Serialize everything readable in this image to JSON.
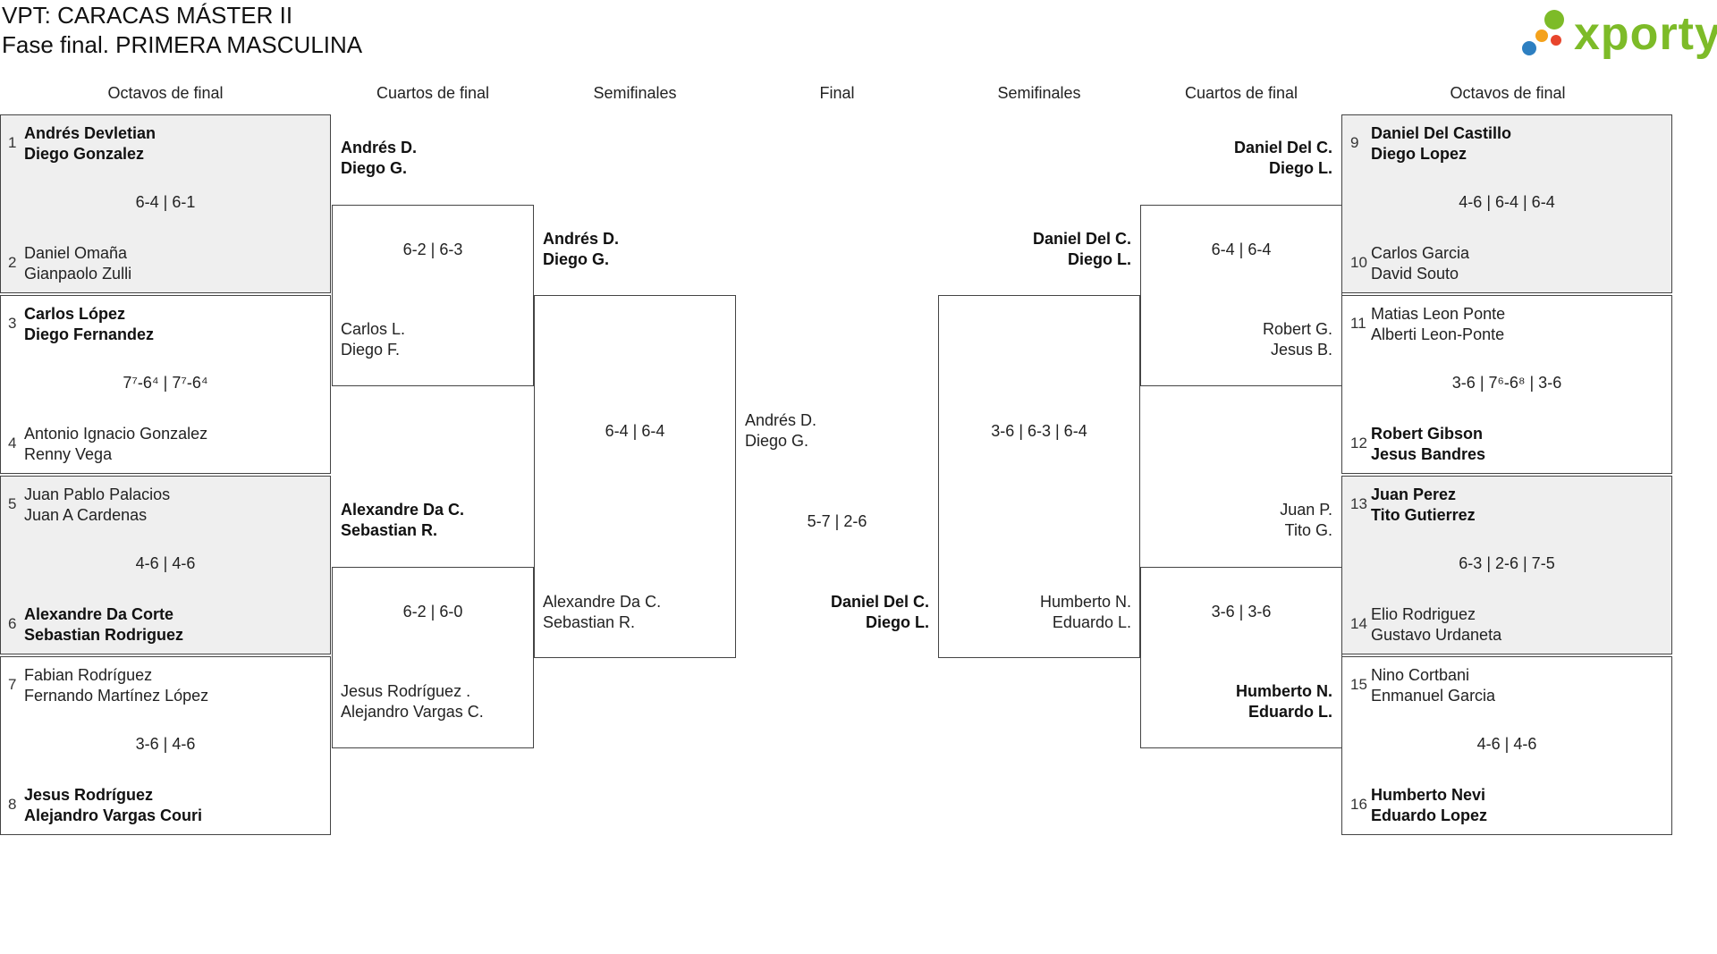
{
  "header": {
    "title_line1": "VPT: CARACAS MÁSTER II",
    "title_line2": "Fase final. PRIMERA MASCULINA",
    "logo_text": "xporty",
    "logo_colors": [
      "#7dbb28",
      "#f4a21c",
      "#e8452c",
      "#2d7fc1"
    ]
  },
  "column_headers": {
    "left_r16": "Octavos de final",
    "left_qf": "Cuartos de final",
    "left_sf": "Semifinales",
    "final": "Final",
    "right_sf": "Semifinales",
    "right_qf": "Cuartos de final",
    "right_r16": "Octavos de final"
  },
  "left_r16": [
    {
      "shaded": true,
      "top": {
        "seed": "1",
        "players": [
          "Andrés Devletian",
          "Diego Gonzalez"
        ],
        "winner": true
      },
      "score": "6-4 | 6-1",
      "bottom": {
        "seed": "2",
        "players": [
          "Daniel Omaña",
          "Gianpaolo Zulli"
        ],
        "winner": false
      }
    },
    {
      "shaded": false,
      "top": {
        "seed": "3",
        "players": [
          "Carlos López",
          "Diego Fernandez"
        ],
        "winner": true
      },
      "score": "7⁷-6⁴ | 7⁷-6⁴",
      "bottom": {
        "seed": "4",
        "players": [
          "Antonio Ignacio Gonzalez",
          "Renny Vega"
        ],
        "winner": false
      }
    },
    {
      "shaded": true,
      "top": {
        "seed": "5",
        "players": [
          "Juan Pablo Palacios",
          "Juan A Cardenas"
        ],
        "winner": false
      },
      "score": "4-6 | 4-6",
      "bottom": {
        "seed": "6",
        "players": [
          "Alexandre Da Corte",
          "Sebastian Rodriguez"
        ],
        "winner": true
      }
    },
    {
      "shaded": false,
      "top": {
        "seed": "7",
        "players": [
          "Fabian Rodríguez",
          "Fernando Martínez López"
        ],
        "winner": false
      },
      "score": "3-6 | 4-6",
      "bottom": {
        "seed": "8",
        "players": [
          "Jesus Rodríguez",
          "Alejandro Vargas Couri"
        ],
        "winner": true
      }
    }
  ],
  "right_r16": [
    {
      "shaded": true,
      "top": {
        "seed": "9",
        "players": [
          "Daniel Del Castillo",
          "Diego Lopez"
        ],
        "winner": true
      },
      "score": "4-6 | 6-4 | 6-4",
      "bottom": {
        "seed": "10",
        "players": [
          "Carlos Garcia",
          "David Souto"
        ],
        "winner": false
      }
    },
    {
      "shaded": false,
      "top": {
        "seed": "11",
        "players": [
          "Matias Leon Ponte",
          "Alberti Leon-Ponte"
        ],
        "winner": false
      },
      "score": "3-6 | 7⁶-6⁸ | 3-6",
      "bottom": {
        "seed": "12",
        "players": [
          "Robert Gibson",
          "Jesus Bandres"
        ],
        "winner": true
      }
    },
    {
      "shaded": true,
      "top": {
        "seed": "13",
        "players": [
          "Juan Perez",
          "Tito Gutierrez"
        ],
        "winner": true
      },
      "score": "6-3 | 2-6 | 7-5",
      "bottom": {
        "seed": "14",
        "players": [
          "Elio Rodriguez",
          "Gustavo Urdaneta"
        ],
        "winner": false
      }
    },
    {
      "shaded": false,
      "top": {
        "seed": "15",
        "players": [
          "Nino Cortbani",
          "Enmanuel Garcia"
        ],
        "winner": false
      },
      "score": "4-6 | 4-6",
      "bottom": {
        "seed": "16",
        "players": [
          "Humberto Nevi",
          "Eduardo Lopez"
        ],
        "winner": true
      }
    }
  ],
  "left_qf": [
    {
      "top": {
        "players": [
          "Andrés D.",
          "Diego G."
        ],
        "winner": true
      },
      "score": "6-2 | 6-3",
      "bottom": {
        "players": [
          "Carlos L.",
          "Diego F."
        ],
        "winner": false
      }
    },
    {
      "top": {
        "players": [
          "Alexandre Da C.",
          "Sebastian R."
        ],
        "winner": true
      },
      "score": "6-2 | 6-0",
      "bottom": {
        "players": [
          "Jesus Rodríguez .",
          "Alejandro Vargas C."
        ],
        "winner": false
      }
    }
  ],
  "right_qf": [
    {
      "top": {
        "players": [
          "Daniel Del C.",
          "Diego L."
        ],
        "winner": true
      },
      "score": "6-4 | 6-4",
      "bottom": {
        "players": [
          "Robert G.",
          "Jesus B."
        ],
        "winner": false
      }
    },
    {
      "top": {
        "players": [
          "Juan P.",
          "Tito G."
        ],
        "winner": false
      },
      "score": "3-6 | 3-6",
      "bottom": {
        "players": [
          "Humberto N.",
          "Eduardo L."
        ],
        "winner": true
      }
    }
  ],
  "left_sf": {
    "top": {
      "players": [
        "Andrés D.",
        "Diego G."
      ],
      "winner": true
    },
    "score": "6-4 | 6-4",
    "bottom": {
      "players": [
        "Alexandre Da C.",
        "Sebastian R."
      ],
      "winner": false
    }
  },
  "right_sf": {
    "top": {
      "players": [
        "Daniel Del C.",
        "Diego L."
      ],
      "winner": true
    },
    "score": "3-6 | 6-3 | 6-4",
    "bottom": {
      "players": [
        "Humberto N.",
        "Eduardo L."
      ],
      "winner": false
    }
  },
  "final": {
    "left": {
      "players": [
        "Andrés D.",
        "Diego G."
      ],
      "winner": false
    },
    "score": "5-7 | 2-6",
    "right": {
      "players": [
        "Daniel Del C.",
        "Diego L."
      ],
      "winner": true
    }
  }
}
